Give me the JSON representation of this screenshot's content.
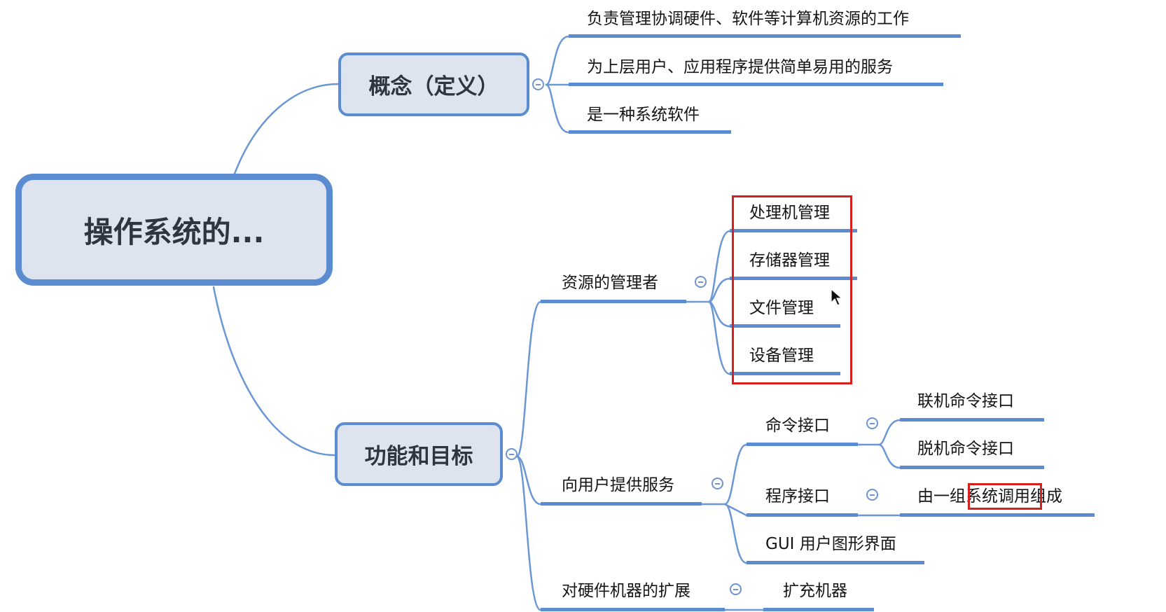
{
  "root": {
    "label": "操作系统的..."
  },
  "concept": {
    "label": "概念（定义）",
    "items": [
      "负责管理协调硬件、软件等计算机资源的工作",
      "为上层用户、应用程序提供简单易用的服务",
      "是一种系统软件"
    ]
  },
  "functions": {
    "label": "功能和目标",
    "resource_manager": {
      "label": "资源的管理者",
      "items": [
        "处理机管理",
        "存储器管理",
        "文件管理",
        "设备管理"
      ]
    },
    "user_services": {
      "label": "向用户提供服务",
      "command_interface": {
        "label": "命令接口",
        "items": [
          "联机命令接口",
          "脱机命令接口"
        ]
      },
      "program_interface": {
        "label": "程序接口",
        "description": {
          "prefix": "由一组",
          "highlight": "系统调用",
          "suffix": "组成"
        }
      },
      "gui": {
        "label": "GUI 用户图形界面"
      }
    },
    "hardware_extension": {
      "label": "对硬件机器的扩展",
      "items": [
        "扩充机器"
      ]
    }
  },
  "colors": {
    "node_fill": "#dde4f0",
    "node_border": "#5b8bd0",
    "link": "#5b8bd0",
    "highlight_box": "#d62020"
  }
}
